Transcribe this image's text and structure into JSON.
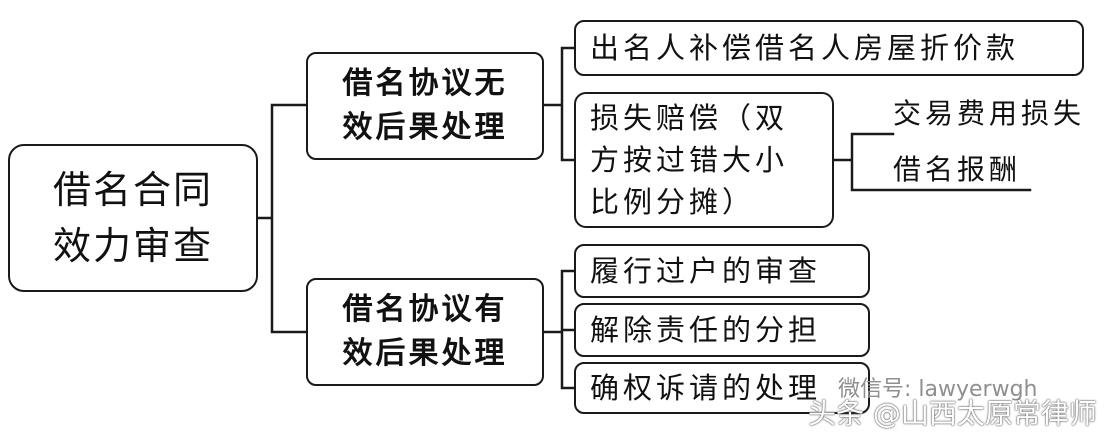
{
  "diagram": {
    "root": {
      "lines": [
        "借名合同",
        "效力审查"
      ]
    },
    "branches": [
      {
        "lines": [
          "借名协议无",
          "效后果处理"
        ],
        "items": [
          {
            "text": "出名人补偿借名人房屋折价款"
          },
          {
            "lines": [
              "损失赔偿（双",
              "方按过错大小",
              "比例分摊）"
            ],
            "sub_items": [
              "交易费用损失",
              "借名报酬"
            ]
          }
        ]
      },
      {
        "lines": [
          "借名协议有",
          "效后果处理"
        ],
        "items": [
          {
            "text": "履行过户的审查"
          },
          {
            "text": "解除责任的分担"
          },
          {
            "text": "确权诉请的处理"
          }
        ]
      }
    ]
  },
  "watermarks": {
    "wechat": "微信号: lawyerwgh",
    "source": "头条 @山西太原常律师"
  },
  "colors": {
    "stroke": "#1a1a1a",
    "background": "#ffffff",
    "watermark_gray": "#8f8f8f"
  }
}
